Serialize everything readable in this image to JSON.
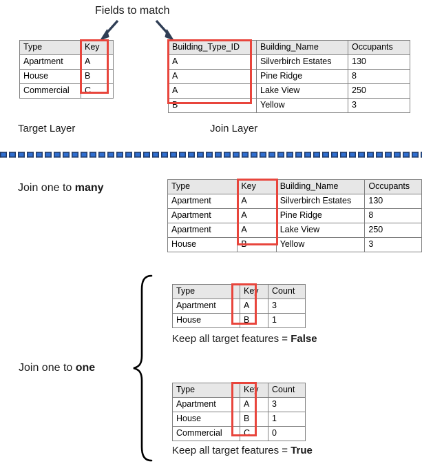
{
  "annotations": {
    "fields_to_match": "Fields to match",
    "target_layer": "Target Layer",
    "join_layer": "Join Layer",
    "join_one_to_many_prefix": "Join one to ",
    "join_one_to_many_emphasis": "many",
    "join_one_to_one_prefix": "Join one to ",
    "join_one_to_one_emphasis": "one",
    "keep_all_prefix": "Keep all target features = ",
    "keep_all_false": "False",
    "keep_all_true": "True"
  },
  "colors": {
    "highlight_red": "#e8453c",
    "arrow_navy": "#2f3e55",
    "divider_blue": "#2f6ed0",
    "divider_navy": "#1f3864",
    "header_gray": "#e7e7e7",
    "border_gray": "#808080"
  },
  "tables": {
    "target_layer": {
      "headers": [
        "Type",
        "Key"
      ],
      "rows": [
        [
          "Apartment",
          "A"
        ],
        [
          "House",
          "B"
        ],
        [
          "Commercial",
          "C"
        ]
      ]
    },
    "join_layer": {
      "headers": [
        "Building_Type_ID",
        "Building_Name",
        "Occupants"
      ],
      "rows": [
        [
          "A",
          "Silverbirch Estates",
          "130"
        ],
        [
          "A",
          "Pine Ridge",
          "8"
        ],
        [
          "A",
          "Lake View",
          "250"
        ],
        [
          "B",
          "Yellow",
          "3"
        ]
      ]
    },
    "one_to_many_result": {
      "headers": [
        "Type",
        "Key",
        "Building_Name",
        "Occupants"
      ],
      "rows": [
        [
          "Apartment",
          "A",
          "Silverbirch Estates",
          "130"
        ],
        [
          "Apartment",
          "A",
          "Pine Ridge",
          "8"
        ],
        [
          "Apartment",
          "A",
          "Lake View",
          "250"
        ],
        [
          "House",
          "B",
          "Yellow",
          "3"
        ]
      ]
    },
    "one_to_one_false": {
      "headers": [
        "Type",
        "Key",
        "Count"
      ],
      "rows": [
        [
          "Apartment",
          "A",
          "3"
        ],
        [
          "House",
          "B",
          "1"
        ]
      ]
    },
    "one_to_one_true": {
      "headers": [
        "Type",
        "Key",
        "Count"
      ],
      "rows": [
        [
          "Apartment",
          "A",
          "3"
        ],
        [
          "House",
          "B",
          "1"
        ],
        [
          "Commercial",
          "C",
          "0"
        ]
      ]
    }
  }
}
